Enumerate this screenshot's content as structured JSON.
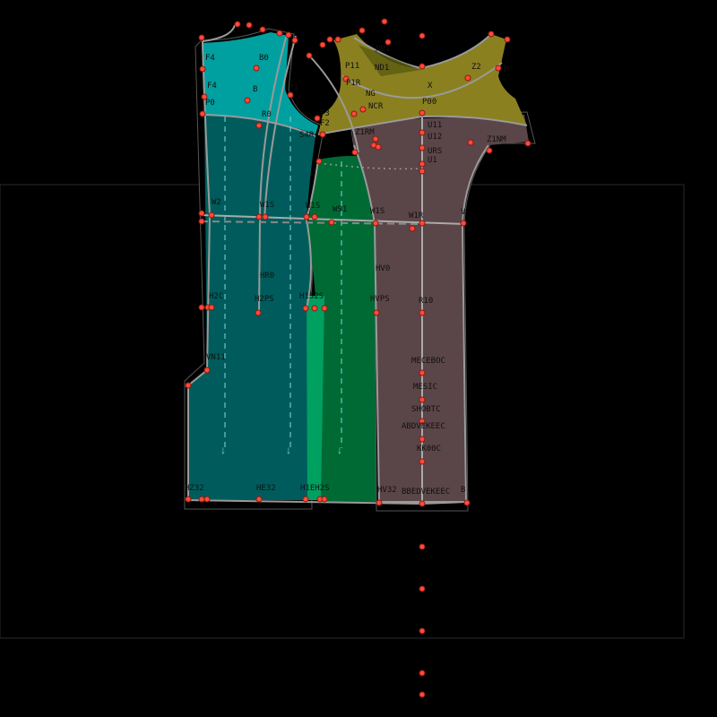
{
  "view": {
    "title": "Pattern piece layout"
  },
  "colors": {
    "background": "#000000",
    "front_light": "#009a9a",
    "front_dark": "#005a5a",
    "side_green": "#006a35",
    "side_green_light": "#00a060",
    "back": "#5a4548",
    "yoke": "#8a8020",
    "point": "#ff4a3a",
    "seam": "#9a9a9a"
  },
  "labels": [
    "F4",
    "B0",
    "F4",
    "B",
    "P0",
    "R0",
    "P1",
    "ND1",
    "P11",
    "ND1",
    "X",
    "P1R",
    "NG",
    "NCR",
    "P00",
    "Z2",
    "P",
    "F3",
    "F2",
    "S4R",
    "U11",
    "U12",
    "URS",
    "U1",
    "Z1RM",
    "Z1NM",
    "W2",
    "W1S",
    "W1S",
    "W1S",
    "V",
    "W1R",
    "WS1",
    "HV0",
    "R10",
    "HR0",
    "H2C",
    "H2PS",
    "H1S2S",
    "HVPS",
    "VN11",
    "MECEBOC",
    "MESIC",
    "SHOBTC",
    "ABDVEKEEC",
    "KK00C",
    "HZ32",
    "HE32",
    "H1EH2S",
    "HV32",
    "BBEDVEKEEC",
    "B"
  ]
}
